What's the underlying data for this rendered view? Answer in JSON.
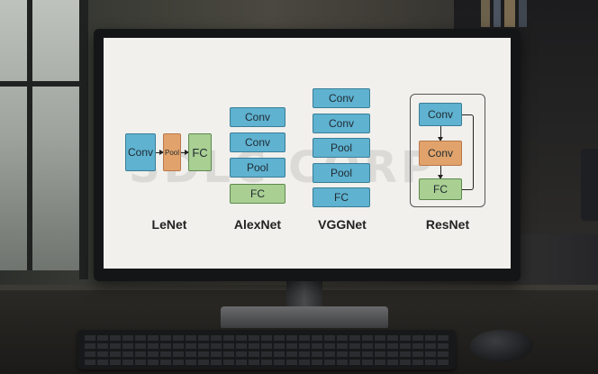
{
  "diagram": {
    "lenet": {
      "label": "LeNet",
      "blocks": [
        "Conv",
        "Pool",
        "FC"
      ]
    },
    "alexnet": {
      "label": "AlexNet",
      "blocks": [
        "Conv",
        "Conv",
        "Pool",
        "FC"
      ]
    },
    "vggnet": {
      "label": "VGGNet",
      "blocks": [
        "Conv",
        "Conv",
        "Pool",
        "Pool",
        "FC"
      ]
    },
    "resnet": {
      "label": "ResNet",
      "blocks": [
        "Conv",
        "Conv",
        "FC"
      ]
    }
  },
  "watermark": "SDLC CORP",
  "colors": {
    "conv_block": "#5fb2d0",
    "fc_block": "#a9cf93",
    "highlight_block": "#e1a36b",
    "screen_background": "#f1f0ec"
  }
}
